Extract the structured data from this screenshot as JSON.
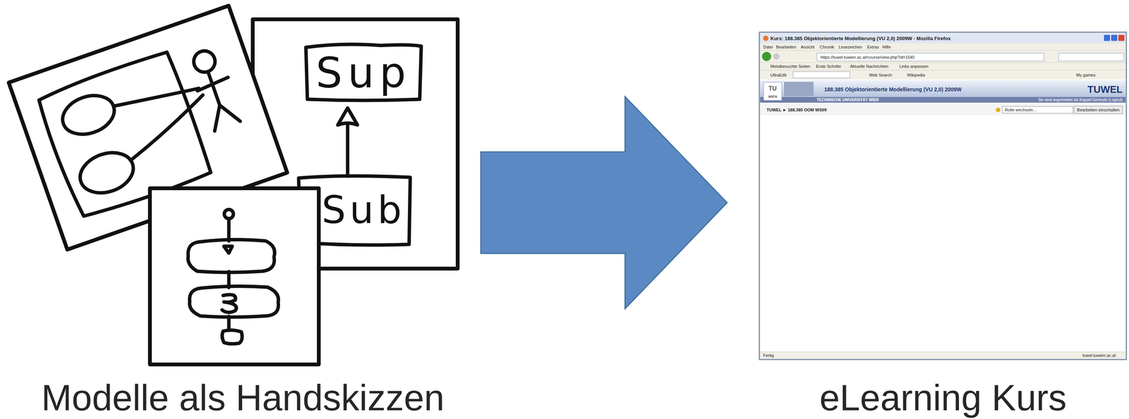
{
  "diagram": {
    "nodes": [
      {
        "text": [
          "Modelle als Handskizzen"
        ]
      },
      {
        "text": [
          "eLearning Kurs"
        ]
      }
    ],
    "edges": [
      {
        "from": 0,
        "to": 1,
        "arrow": "to"
      }
    ],
    "labels": [
      "Sup",
      "Sub",
      "Kurs: 188.385 Objektorientierte Modellierung (VU 2,0) 2009W - Mozilla Firefox",
      "Datei",
      "Bearbeiten",
      "Ansicht",
      "Chronik",
      "Lesezeichen",
      "Extras",
      "Hilfe",
      "https://tuwel.tuwien.ac.at/course/view.php?id=1540",
      "Meistbesuchte Seiten",
      "Erste Schritte",
      "Aktuelle Nachrichten",
      "Links anpassen",
      "UltraEdit",
      "Web Search",
      "Wikipedia",
      "My games",
      "188.385 Objektorientierte Modellierung (VU 2,0) 2009W",
      "TUWEL",
      "TU",
      "WIEN",
      "TECHNISCHE UNIVERSITÄT WIEN",
      "Sie sind angemeldet als Kappel Gertrude (Logout)",
      "TUWEL ► 188.385 OOM WS09",
      "Rolle wechseln...",
      "Bearbeiten einschalten",
      "Fertig",
      "tuwel.tuwien.ac.at"
    ]
  }
}
